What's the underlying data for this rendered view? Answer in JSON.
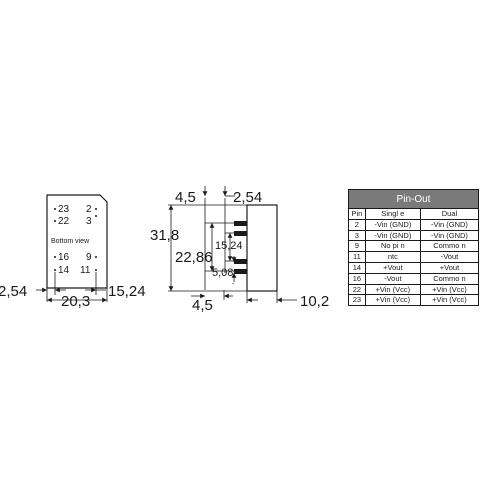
{
  "bottom_view": {
    "pins_top_left": [
      "23",
      "22"
    ],
    "pins_top_right": [
      "2",
      "3"
    ],
    "pins_bottom_left": [
      "16",
      "14"
    ],
    "pins_bottom_right": [
      "9",
      "11"
    ],
    "label": "Bottom view",
    "dim_left": "2,54",
    "dim_width": "20,3",
    "dim_right": "15,24"
  },
  "side_view": {
    "dim_top_left": "4,5",
    "dim_top_right": "2,54",
    "dim_height": "31,8",
    "dim_pins_span": "22,86",
    "dim_mid": "15,24",
    "dim_low": "5,08",
    "dim_bottom_left": "4,5",
    "dim_bottom_right": "10,2",
    "tick_mark": "-"
  },
  "pinout": {
    "title": "Pin-Out",
    "headers": [
      "Pin",
      "Singl e",
      "Dual"
    ],
    "rows": [
      [
        "2",
        "-Vin (GND)",
        "-Vin (GND)"
      ],
      [
        "3",
        "-Vin (GND)",
        "-Vin (GND)"
      ],
      [
        "9",
        "No pi n",
        "Commo n"
      ],
      [
        "11",
        "ntc",
        "-Vout"
      ],
      [
        "14",
        "+Vout",
        "+Vout"
      ],
      [
        "16",
        "-Vout",
        "Commo n"
      ],
      [
        "22",
        "+Vin (Vcc)",
        "+Vin (Vcc)"
      ],
      [
        "23",
        "+Vin (Vcc)",
        "+Vin (Vcc)"
      ]
    ]
  }
}
